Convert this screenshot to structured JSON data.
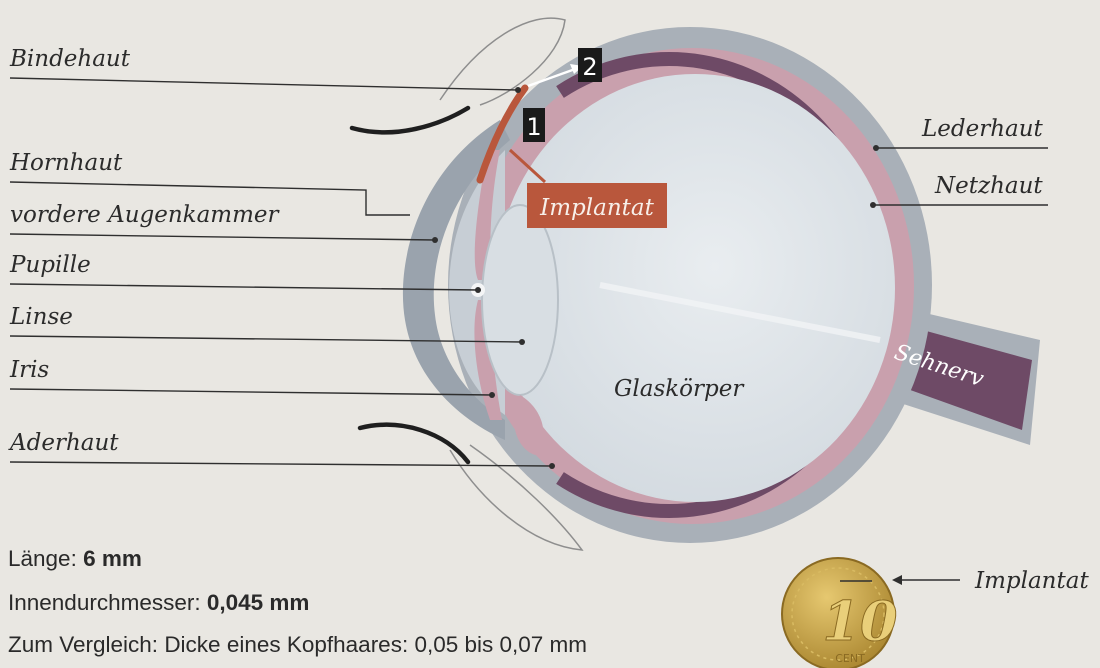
{
  "labels_left": {
    "bindehaut": "Bindehaut",
    "hornhaut": "Hornhaut",
    "vordere_augenkammer": "vordere Augenkammer",
    "pupille": "Pupille",
    "linse": "Linse",
    "iris": "Iris",
    "aderhaut": "Aderhaut"
  },
  "labels_right": {
    "lederhaut": "Lederhaut",
    "netzhaut": "Netzhaut"
  },
  "inner": {
    "glaskoerper": "Glaskörper",
    "sehnerv": "Sehnerv",
    "implantat": "Implantat",
    "step1": "1",
    "step2": "2"
  },
  "coin": {
    "label": "Implantat",
    "value": "10",
    "unit": "CENT"
  },
  "info": {
    "laenge_label": "Länge: ",
    "laenge_value": "6 mm",
    "innen_label": "Innendurchmesser: ",
    "innen_value": "0,045 mm",
    "vergleich": "Zum Vergleich: Dicke eines Kopfhaares: 0,05 bis 0,07 mm"
  },
  "colors": {
    "sclera": "#a9b0b8",
    "choroid": "#c9a0ad",
    "retina": "#6e4a66",
    "vitreous": "#dfe4e8",
    "implant": "#b9573c",
    "coin": "#c8a24a"
  }
}
